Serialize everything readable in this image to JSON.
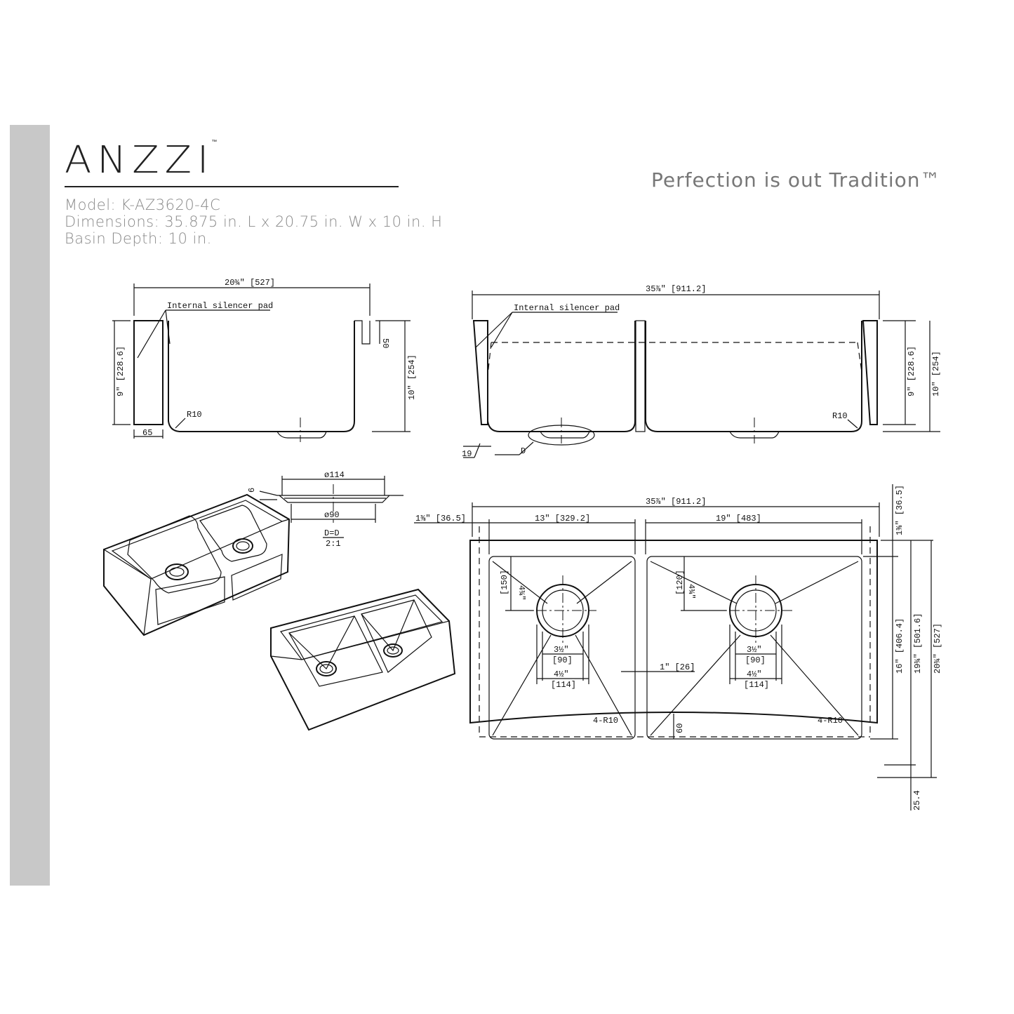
{
  "brand": {
    "logo": "ANZZI",
    "tm": "™",
    "tagline": "Perfection is out Tradition™"
  },
  "specs": {
    "model": "Model: K-AZ3620-4C",
    "dimensions": "Dimensions: 35.875 in. L x 20.75 in. W x 10 in. H",
    "basin_depth": "Basin Depth: 10 in."
  },
  "side_view": {
    "width": "20¾″ [527]",
    "silencer": "Internal silencer pad",
    "depth_50": "50",
    "height_9": "9″ [228.6]",
    "height_10": "10″ [254]",
    "radius": "R10",
    "apron": "65"
  },
  "front_view": {
    "width": "35⅞″ [911.2]",
    "silencer": "Internal silencer pad",
    "height_9": "9″ [228.6]",
    "height_10": "10″ [254]",
    "radius": "R10",
    "wall": "19",
    "detail": "D"
  },
  "drain_detail": {
    "outer": "ø114",
    "inner": "ø90",
    "thickness": "6",
    "label": "D=D",
    "scale": "2:1"
  },
  "top_view": {
    "overall": "35⅞″ [911.2]",
    "left_margin": "1⅜″ [36.5]",
    "left_basin": "13″ [329.2]",
    "right_basin": "19″ [483]",
    "top_margin": "1⅜″ [36.5]",
    "left_drain_offset": "4¾″",
    "left_drain_offset_mm": "[150]",
    "right_drain_offset": "4¾″",
    "right_drain_offset_mm": "[120]",
    "drain_inner": "3½″",
    "drain_inner_mm": "[90]",
    "drain_outer": "4½″",
    "drain_outer_mm": "[114]",
    "divider": "1″ [26]",
    "corner_radius": "4-R10",
    "apron": "60",
    "basin_depth": "16″ [406.4]",
    "mid_depth": "19¾″ [501.6]",
    "overall_depth": "20¾″ [527]",
    "apron_curve": "25.4"
  }
}
